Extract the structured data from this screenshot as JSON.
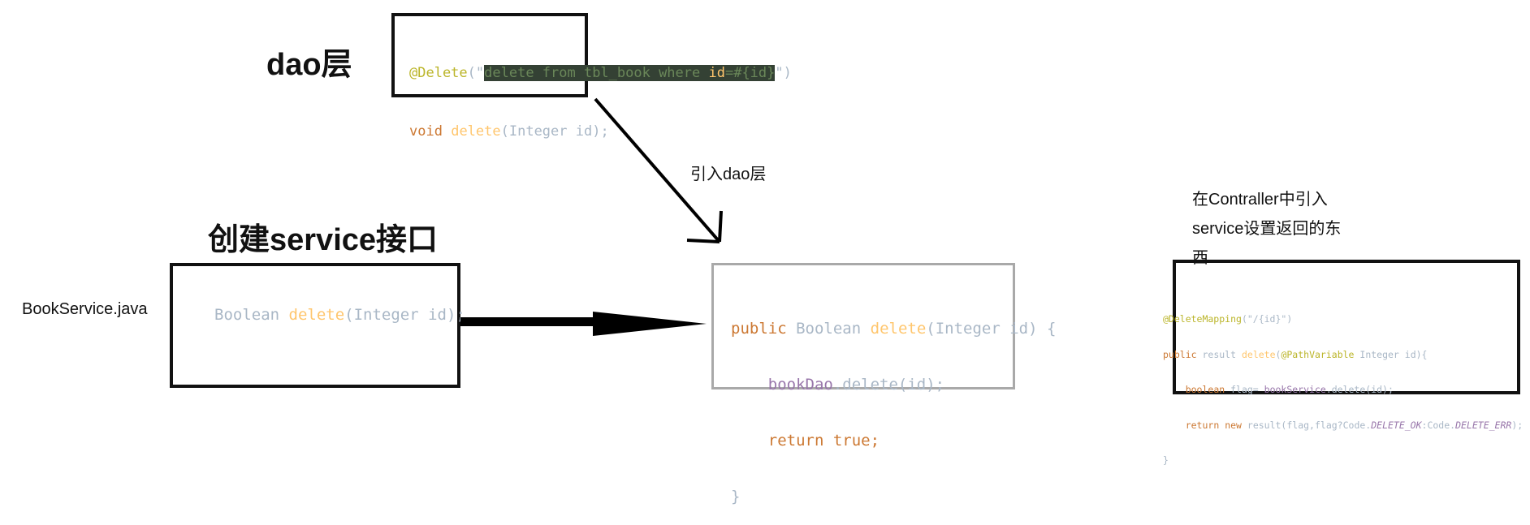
{
  "headings": {
    "dao": "dao层",
    "service": "创建service接口"
  },
  "labels": {
    "book_service_file": "BookService.java",
    "import_dao": "引入dao层",
    "controller_note_1": "在Contraller中引入",
    "controller_note_2": "service设置返回的东",
    "controller_note_3": "西"
  },
  "dao_code": {
    "line1_annotation": "@Delete",
    "line1_open": "(\"",
    "line1_sql_a": "delete from tbl_book where ",
    "line1_sql_b": "id",
    "line1_sql_c": "=#{id}",
    "line1_close": "\")",
    "line2_void": "void",
    "line2_method": "delete",
    "line2_params": "(Integer id);"
  },
  "service_code": {
    "type": "Boolean",
    "method": "delete",
    "params": "(Integer id);"
  },
  "impl_code": {
    "public": "public",
    "type": "Boolean",
    "method": "delete",
    "params": "(Integer id) {",
    "call_obj": "bookDao",
    "call_rest": ".delete(id);",
    "return_kw": "return",
    "return_val": "true;",
    "close": "}"
  },
  "controller_code": {
    "mapping": "@DeleteMapping",
    "mapping_arg": "(\"/{id}\")",
    "sig_public": "public",
    "sig_type": "result",
    "sig_method": "delete",
    "sig_params_a": "(",
    "sig_pathvar": "@PathVariable",
    "sig_params_b": " Integer id){",
    "l3_type": "boolean",
    "l3_rest": " flag= ",
    "l3_obj": "bookService",
    "l3_call": ".delete(id);",
    "l4_return": "return",
    "l4_new": "new",
    "l4_rest": " result(flag,flag?Code.",
    "l4_ok": "DELETE_OK",
    "l4_mid": ":Code.",
    "l4_err": "DELETE_ERR",
    "l4_end": ");",
    "close": "}"
  },
  "colors": {
    "keyword": "#cc7832",
    "annotation": "#bbb529",
    "method": "#ffc66d",
    "type": "#a9b7c6",
    "string": "#6a8759",
    "field": "#9876aa"
  },
  "icons": [
    "arrow-dao-to-impl",
    "arrow-service-to-impl"
  ]
}
